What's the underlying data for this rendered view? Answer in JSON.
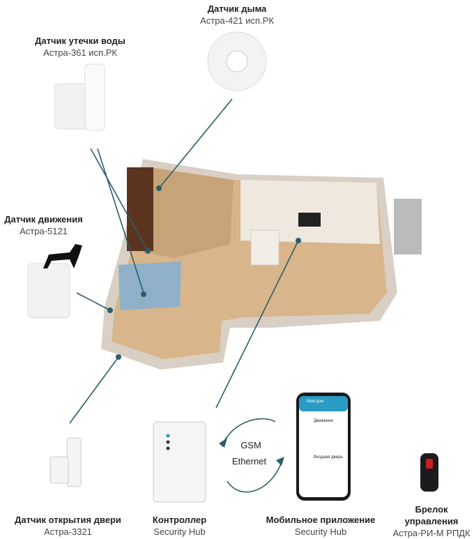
{
  "devices": {
    "smoke": {
      "title": "Датчик дыма",
      "model": "Астра-421 исп.РК"
    },
    "water": {
      "title": "Датчик утечки воды",
      "model": "Астра-361 исп.РК"
    },
    "motion": {
      "title": "Датчик движения",
      "model": "Астра-5121"
    },
    "door": {
      "title": "Датчик открытия двери",
      "model": "Астра-3321"
    },
    "controller": {
      "title": "Контроллер",
      "model": "Security Hub"
    },
    "app": {
      "title": "Мобильное приложение",
      "model": "Security Hub"
    },
    "keyfob": {
      "title": "Брелок управления",
      "model": "Астра-РИ-М РПДК"
    }
  },
  "links": {
    "gsm": "GSM",
    "ethernet": "Ethernet"
  },
  "phone": {
    "header": "Мой дом",
    "item1": "Движение",
    "item2": "Входная дверь"
  },
  "colors": {
    "line": "#2b5e66",
    "accent": "#2a9bc4"
  }
}
